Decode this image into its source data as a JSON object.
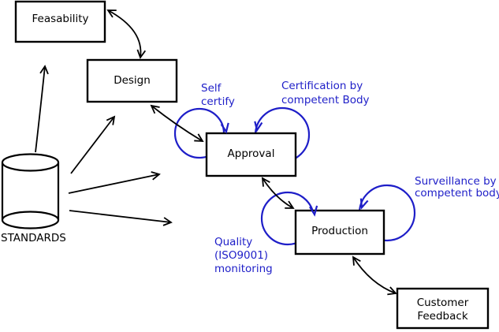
{
  "diagram": {
    "colors": {
      "line_black": "#000000",
      "annotation_blue": "#1e1ec8",
      "box_fill": "#ffffff",
      "background": "#ffffff"
    },
    "nodes": {
      "feasability": {
        "label": "Feasability"
      },
      "design": {
        "label": "Design"
      },
      "approval": {
        "label": "Approval"
      },
      "production": {
        "label": "Production"
      },
      "customer_feedback": {
        "lines": [
          "Customer",
          "Feedback"
        ]
      },
      "standards": {
        "label": "STANDARDS",
        "shape": "cylinder"
      }
    },
    "annotations": {
      "self_certify": {
        "lines": [
          "Self",
          "certify"
        ]
      },
      "certification": {
        "lines": [
          "Certification by",
          "competent Body"
        ]
      },
      "surveillance": {
        "lines": [
          "Surveillance by",
          "competent body"
        ]
      },
      "quality_monitoring": {
        "lines": [
          "Quality",
          "(ISO9001)",
          "monitoring"
        ]
      }
    }
  }
}
